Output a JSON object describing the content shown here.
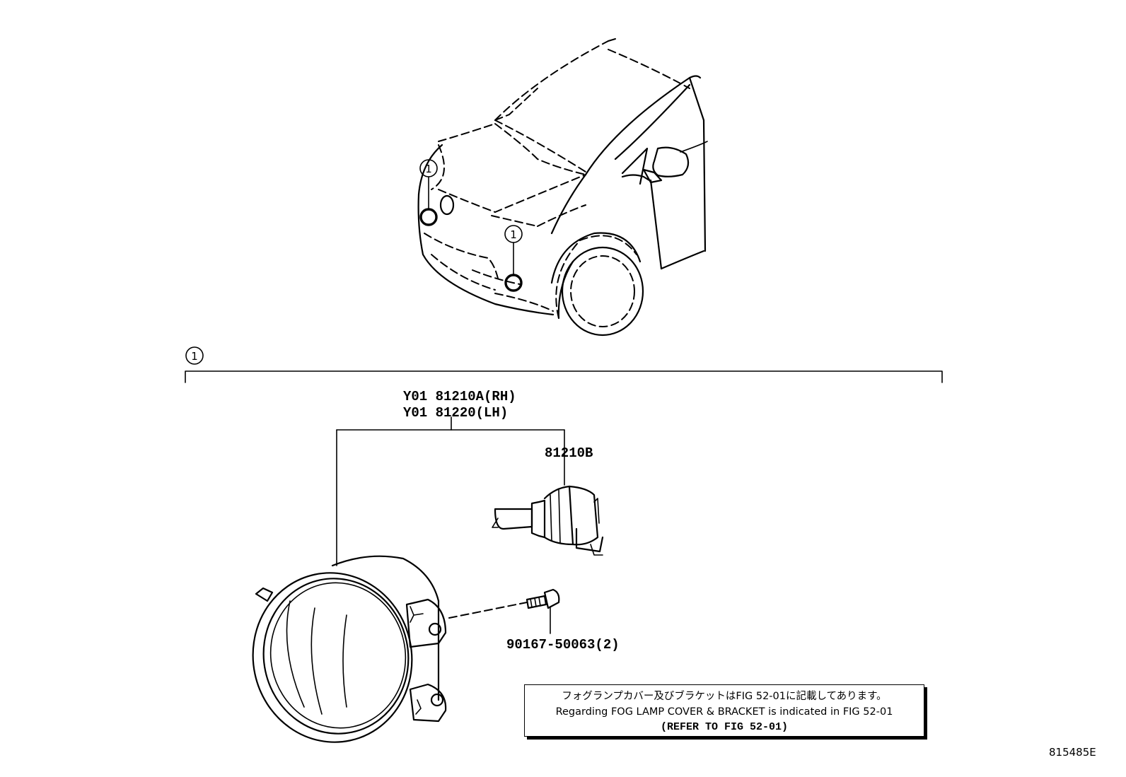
{
  "callouts": {
    "car_upper": "1",
    "car_lower": "1",
    "group": "1"
  },
  "parts": {
    "lamp_assy_rh": "Y01 81210A(RH)",
    "lamp_assy_lh": "Y01 81220(LH)",
    "bulb": "81210B",
    "screw": "90167-50063(2)"
  },
  "note": {
    "line_jp": "フォグランプカバー及びブラケットはFIG 52-01に記載してあります。",
    "line_en": "Regarding FOG LAMP COVER & BRACKET is indicated in FIG 52-01",
    "line_ref": "(REFER TO FIG 52-01)"
  },
  "figure_id": "815485E"
}
